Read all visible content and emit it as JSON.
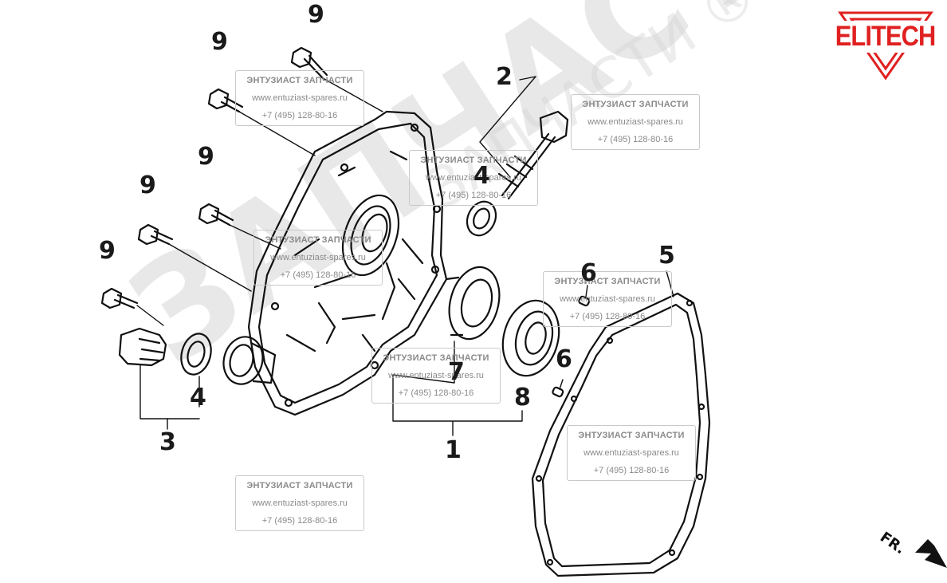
{
  "brand": {
    "name": "ELITECH",
    "color": "#e02020"
  },
  "watermark": {
    "title": "ЭНТУЗИАСТ ЗАПЧАСТИ",
    "url": "www.entuziast-spares.ru",
    "phone": "+7 (495) 128-80-16",
    "big_text": "ЗАПЧАСТИ",
    "big_text_outline": "ЗАПЧАСТИ ®"
  },
  "direction_label": "FR.",
  "callouts": {
    "c1": "1",
    "c2": "2",
    "c3": "3",
    "c4a": "4",
    "c4b": "4",
    "c5": "5",
    "c6a": "6",
    "c6b": "6",
    "c7": "7",
    "c8": "8",
    "c9a": "9",
    "c9b": "9",
    "c9c": "9",
    "c9d": "9",
    "c9e": "9"
  }
}
